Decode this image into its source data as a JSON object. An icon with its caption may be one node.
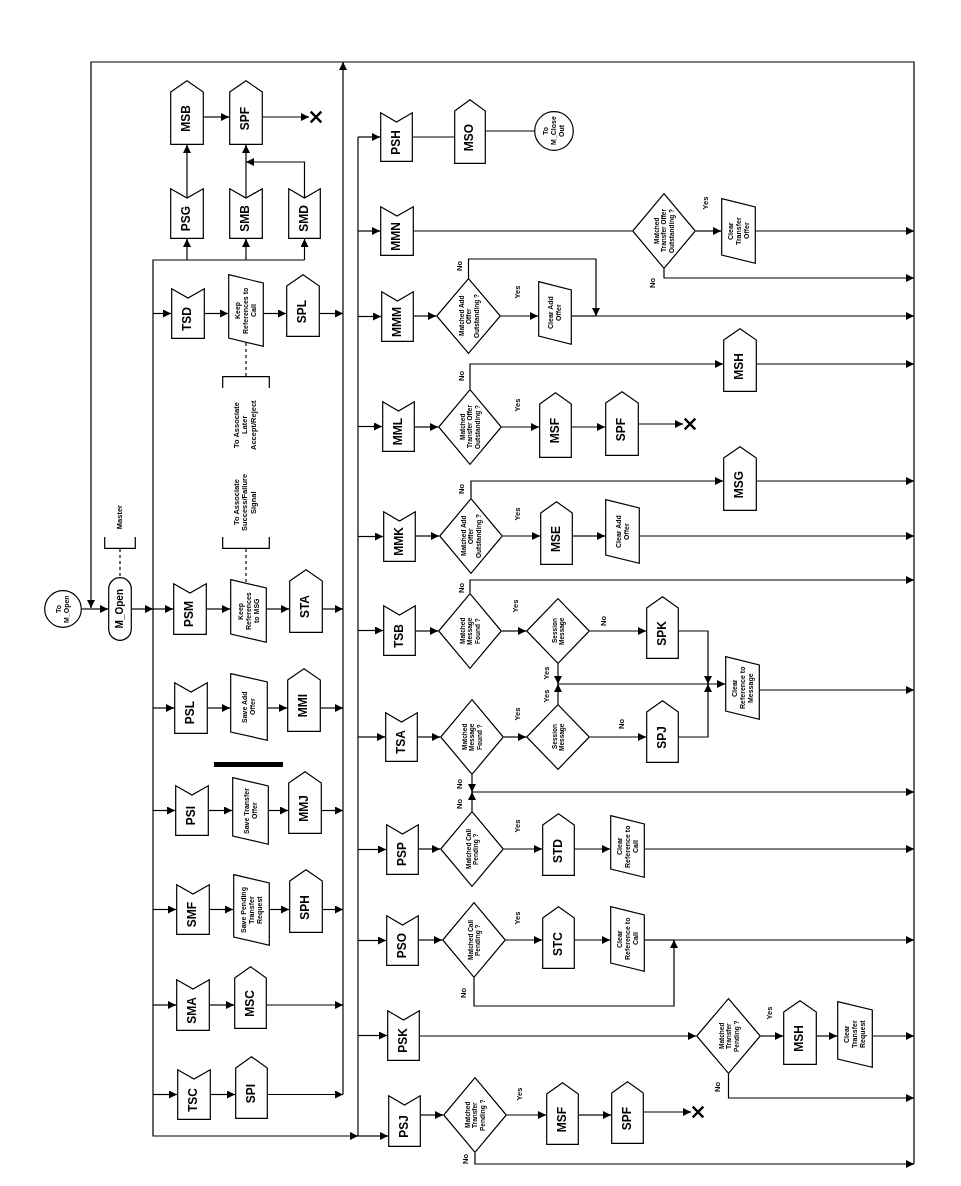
{
  "diagram": {
    "nodes": [
      {
        "text": [
          "To M_Open"
        ]
      },
      {
        "text": [
          "M_Open"
        ]
      },
      {
        "text": [
          "Master"
        ]
      },
      {
        "text": [
          "PSG"
        ]
      },
      {
        "text": [
          "SMB"
        ]
      },
      {
        "text": [
          "SMD"
        ]
      },
      {
        "text": [
          "MSB"
        ]
      },
      {
        "text": [
          "SPF"
        ]
      },
      {
        "text": [],
        "shape": "cross"
      },
      {
        "text": [
          "TSD"
        ]
      },
      {
        "text": [
          "Keep References to Call"
        ]
      },
      {
        "text": [
          "SPL"
        ]
      },
      {
        "text": [
          "To Associate Later Accept/Reject"
        ]
      },
      {
        "text": [
          "PSM"
        ]
      },
      {
        "text": [
          "Keep References to MSG"
        ]
      },
      {
        "text": [
          "STA"
        ]
      },
      {
        "text": [
          "To Associate Success/Failure Signal"
        ]
      },
      {
        "text": [
          "PSL"
        ]
      },
      {
        "text": [
          "Save Add Offer"
        ]
      },
      {
        "text": [
          "MMI"
        ]
      },
      {
        "text": [
          "PSI"
        ]
      },
      {
        "text": [
          "Save Transfer Offer"
        ]
      },
      {
        "text": [
          "MMJ"
        ]
      },
      {
        "text": [
          "SMF"
        ]
      },
      {
        "text": [
          "Save Pending Transfer Request"
        ]
      },
      {
        "text": [
          "SPH"
        ]
      },
      {
        "text": [
          "SMA"
        ]
      },
      {
        "text": [
          "MSC"
        ]
      },
      {
        "text": [
          "TSC"
        ]
      },
      {
        "text": [
          "SPI"
        ]
      },
      {
        "text": [
          "PSH"
        ]
      },
      {
        "text": [
          "MSO"
        ]
      },
      {
        "text": [
          "To M_Close Out"
        ]
      },
      {
        "text": [
          "MMN"
        ]
      },
      {
        "text": [
          "Matched Transfer Offer Outstanding ?"
        ]
      },
      {
        "text": [
          "Clear Transfer Offer"
        ]
      },
      {
        "text": [
          "MMM"
        ]
      },
      {
        "text": [
          "Matched Add Offer Outstanding ?"
        ]
      },
      {
        "text": [
          "Clear Add Offer"
        ]
      },
      {
        "text": [
          "MML"
        ]
      },
      {
        "text": [
          "Matched Transfer Offer Outstanding ?"
        ]
      },
      {
        "text": [
          "MSF"
        ]
      },
      {
        "text": [
          "SPF"
        ]
      },
      {
        "text": [],
        "shape": "cross"
      },
      {
        "text": [
          "MSH"
        ]
      },
      {
        "text": [
          "MMK"
        ]
      },
      {
        "text": [
          "Matched Add Offer Outstanding ?"
        ]
      },
      {
        "text": [
          "MSE"
        ]
      },
      {
        "text": [
          "Clear Add Offer"
        ]
      },
      {
        "text": [
          "MSG"
        ]
      },
      {
        "text": [
          "TSB"
        ]
      },
      {
        "text": [
          "Matched Message Found ?"
        ]
      },
      {
        "text": [
          "Session Message"
        ]
      },
      {
        "text": [
          "SPK"
        ]
      },
      {
        "text": [
          "Clear Reference to Message"
        ]
      },
      {
        "text": [
          "TSA"
        ]
      },
      {
        "text": [
          "Matched Message Found ?"
        ]
      },
      {
        "text": [
          "Session Message"
        ]
      },
      {
        "text": [
          "SPJ"
        ]
      },
      {
        "text": [
          "PSP"
        ]
      },
      {
        "text": [
          "Matched Call Pending ?"
        ]
      },
      {
        "text": [
          "STD"
        ]
      },
      {
        "text": [
          "Clear Reference to Call"
        ]
      },
      {
        "text": [
          "PSO"
        ]
      },
      {
        "text": [
          "Matched Call Pending ?"
        ]
      },
      {
        "text": [
          "STC"
        ]
      },
      {
        "text": [
          "Clear Reference to Call"
        ]
      },
      {
        "text": [
          "PSK"
        ]
      },
      {
        "text": [
          "Matched Transfer Pending ?"
        ]
      },
      {
        "text": [
          "MSH"
        ]
      },
      {
        "text": [
          "Clear Transfer Request"
        ]
      },
      {
        "text": [
          "PSJ"
        ]
      },
      {
        "text": [
          "Matched Transfer Pending ?"
        ]
      },
      {
        "text": [
          "MSF"
        ]
      },
      {
        "text": [
          "SPF"
        ]
      },
      {
        "text": [],
        "shape": "cross"
      }
    ],
    "edges": [
      {
        "from": 0,
        "to": 1,
        "arrow": "to"
      },
      {
        "from": 2,
        "to": 1,
        "arrow": "none",
        "style": "dashed"
      },
      {
        "from": 1,
        "to": 3,
        "arrow": "to"
      },
      {
        "from": 1,
        "to": 4,
        "arrow": "to"
      },
      {
        "from": 1,
        "to": 5,
        "arrow": "to"
      },
      {
        "from": 1,
        "to": 9,
        "arrow": "to"
      },
      {
        "from": 1,
        "to": 13,
        "arrow": "to"
      },
      {
        "from": 1,
        "to": 17,
        "arrow": "to"
      },
      {
        "from": 1,
        "to": 20,
        "arrow": "to"
      },
      {
        "from": 1,
        "to": 23,
        "arrow": "to"
      },
      {
        "from": 1,
        "to": 26,
        "arrow": "to"
      },
      {
        "from": 1,
        "to": 28,
        "arrow": "to"
      },
      {
        "from": 1,
        "to": 30,
        "arrow": "to"
      },
      {
        "from": 1,
        "to": 33,
        "arrow": "to"
      },
      {
        "from": 1,
        "to": 36,
        "arrow": "to"
      },
      {
        "from": 1,
        "to": 39,
        "arrow": "to"
      },
      {
        "from": 1,
        "to": 45,
        "arrow": "to"
      },
      {
        "from": 1,
        "to": 50,
        "arrow": "to"
      },
      {
        "from": 1,
        "to": 55,
        "arrow": "to"
      },
      {
        "from": 1,
        "to": 59,
        "arrow": "to"
      },
      {
        "from": 1,
        "to": 63,
        "arrow": "to"
      },
      {
        "from": 1,
        "to": 67,
        "arrow": "to"
      },
      {
        "from": 1,
        "to": 71,
        "arrow": "to"
      },
      {
        "from": 3,
        "to": 6,
        "arrow": "to"
      },
      {
        "from": 6,
        "to": 7,
        "arrow": "to"
      },
      {
        "from": 4,
        "to": 7,
        "arrow": "to"
      },
      {
        "from": 5,
        "to": 7,
        "arrow": "to"
      },
      {
        "from": 7,
        "to": 8,
        "arrow": "to"
      },
      {
        "from": 9,
        "to": 10,
        "arrow": "to"
      },
      {
        "from": 10,
        "to": 11,
        "arrow": "to"
      },
      {
        "from": 12,
        "to": 10,
        "arrow": "none",
        "style": "dashed"
      },
      {
        "from": 11,
        "to": 1,
        "arrow": "to"
      },
      {
        "from": 13,
        "to": 14,
        "arrow": "to"
      },
      {
        "from": 14,
        "to": 15,
        "arrow": "to"
      },
      {
        "from": 16,
        "to": 14,
        "arrow": "none",
        "style": "dashed"
      },
      {
        "from": 15,
        "to": 1,
        "arrow": "to"
      },
      {
        "from": 17,
        "to": 18,
        "arrow": "to"
      },
      {
        "from": 18,
        "to": 19,
        "arrow": "to"
      },
      {
        "from": 19,
        "to": 1,
        "arrow": "to"
      },
      {
        "from": 20,
        "to": 21,
        "arrow": "to"
      },
      {
        "from": 21,
        "to": 22,
        "arrow": "to"
      },
      {
        "from": 22,
        "to": 1,
        "arrow": "to"
      },
      {
        "from": 23,
        "to": 24,
        "arrow": "to"
      },
      {
        "from": 24,
        "to": 25,
        "arrow": "to"
      },
      {
        "from": 25,
        "to": 1,
        "arrow": "to"
      },
      {
        "from": 26,
        "to": 27,
        "arrow": "to"
      },
      {
        "from": 27,
        "to": 1,
        "arrow": "to"
      },
      {
        "from": 28,
        "to": 29,
        "arrow": "to"
      },
      {
        "from": 29,
        "to": 1,
        "arrow": "to"
      },
      {
        "from": 30,
        "to": 31,
        "arrow": "none"
      },
      {
        "from": 31,
        "to": 32,
        "arrow": "none"
      },
      {
        "from": 33,
        "to": 34,
        "arrow": "none"
      },
      {
        "from": 34,
        "to": 35,
        "arrow": "to",
        "label": "Yes"
      },
      {
        "from": 35,
        "to": 1,
        "arrow": "to"
      },
      {
        "from": 34,
        "to": 1,
        "arrow": "to",
        "label": "No"
      },
      {
        "from": 36,
        "to": 37,
        "arrow": "to"
      },
      {
        "from": 37,
        "to": 38,
        "arrow": "to",
        "label": "Yes"
      },
      {
        "from": 38,
        "to": 1,
        "arrow": "to"
      },
      {
        "from": 37,
        "to": 1,
        "arrow": "to",
        "label": "No"
      },
      {
        "from": 39,
        "to": 40,
        "arrow": "to"
      },
      {
        "from": 40,
        "to": 41,
        "arrow": "to",
        "label": "Yes"
      },
      {
        "from": 41,
        "to": 42,
        "arrow": "to"
      },
      {
        "from": 42,
        "to": 43,
        "arrow": "to"
      },
      {
        "from": 40,
        "to": 44,
        "arrow": "to",
        "label": "No"
      },
      {
        "from": 44,
        "to": 1,
        "arrow": "to"
      },
      {
        "from": 45,
        "to": 46,
        "arrow": "to"
      },
      {
        "from": 46,
        "to": 47,
        "arrow": "to",
        "label": "Yes"
      },
      {
        "from": 47,
        "to": 48,
        "arrow": "to"
      },
      {
        "from": 48,
        "to": 1,
        "arrow": "to"
      },
      {
        "from": 46,
        "to": 49,
        "arrow": "to",
        "label": "No"
      },
      {
        "from": 49,
        "to": 1,
        "arrow": "to"
      },
      {
        "from": 50,
        "to": 51,
        "arrow": "to"
      },
      {
        "from": 51,
        "to": 52,
        "arrow": "to",
        "label": "Yes"
      },
      {
        "from": 51,
        "to": 1,
        "arrow": "to",
        "label": "No"
      },
      {
        "from": 52,
        "to": 53,
        "arrow": "to",
        "label": "No"
      },
      {
        "from": 52,
        "to": 54,
        "arrow": "to",
        "label": "Yes"
      },
      {
        "from": 53,
        "to": 54,
        "arrow": "to"
      },
      {
        "from": 54,
        "to": 1,
        "arrow": "to"
      },
      {
        "from": 55,
        "to": 56,
        "arrow": "to"
      },
      {
        "from": 56,
        "to": 57,
        "arrow": "to",
        "label": "Yes"
      },
      {
        "from": 56,
        "to": 1,
        "arrow": "to",
        "label": "No"
      },
      {
        "from": 57,
        "to": 58,
        "arrow": "to",
        "label": "No"
      },
      {
        "from": 57,
        "to": 54,
        "arrow": "to",
        "label": "Yes"
      },
      {
        "from": 58,
        "to": 54,
        "arrow": "to"
      },
      {
        "from": 59,
        "to": 60,
        "arrow": "to"
      },
      {
        "from": 60,
        "to": 61,
        "arrow": "to",
        "label": "Yes"
      },
      {
        "from": 60,
        "to": 1,
        "arrow": "to",
        "label": "No"
      },
      {
        "from": 61,
        "to": 62,
        "arrow": "to"
      },
      {
        "from": 62,
        "to": 1,
        "arrow": "to"
      },
      {
        "from": 63,
        "to": 64,
        "arrow": "to"
      },
      {
        "from": 64,
        "to": 65,
        "arrow": "to",
        "label": "Yes"
      },
      {
        "from": 64,
        "to": 1,
        "arrow": "to",
        "label": "No"
      },
      {
        "from": 65,
        "to": 66,
        "arrow": "to"
      },
      {
        "from": 66,
        "to": 1,
        "arrow": "to"
      },
      {
        "from": 67,
        "to": 68,
        "arrow": "to"
      },
      {
        "from": 68,
        "to": 69,
        "arrow": "to",
        "label": "Yes"
      },
      {
        "from": 68,
        "to": 1,
        "arrow": "to",
        "label": "No"
      },
      {
        "from": 69,
        "to": 70,
        "arrow": "to"
      },
      {
        "from": 70,
        "to": 1,
        "arrow": "to"
      },
      {
        "from": 71,
        "to": 72,
        "arrow": "to"
      },
      {
        "from": 72,
        "to": 73,
        "arrow": "to",
        "label": "Yes"
      },
      {
        "from": 72,
        "to": 1,
        "arrow": "to",
        "label": "No"
      },
      {
        "from": 73,
        "to": 74,
        "arrow": "to"
      },
      {
        "from": 74,
        "to": 75,
        "arrow": "to"
      }
    ]
  }
}
